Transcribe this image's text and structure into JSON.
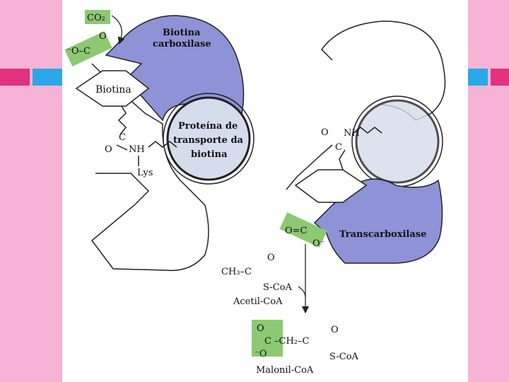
{
  "colors": {
    "background": "#f7b3d6",
    "accent_pink": "#e0327f",
    "accent_blue": "#2aa8e6",
    "enzyme_fill": "#8e92d6",
    "carrier_fill": "#d5dcec",
    "highlight_green": "#8dc873"
  },
  "diagram": {
    "co2": "CO₂",
    "carboxylate_o": "⁻O–C",
    "carboxylate_o2": "O",
    "biotin": "Biotina",
    "biotin_carboxylase_1": "Biotina",
    "biotin_carboxylase_2": "carboxilase",
    "bccp_1": "Proteína de",
    "bccp_2": "transporte da",
    "bccp_3": "biotina",
    "amide_o_left": "O",
    "amide_c_left": "C",
    "nh_left": "NH",
    "lys": "Lys",
    "amide_o_right": "O",
    "amide_c_right": "C",
    "nh_right": "NH",
    "transcarboxylase": "Transcarboxilase",
    "oco_right": "O=C",
    "oco_right_minus": "O⁻",
    "acetyl_left": "CH₃–C",
    "acetyl_o": "O",
    "acetyl_scoa": "S-CoA",
    "acetyl_name": "Acetil-CoA",
    "malonyl_o_top": "O",
    "malonyl_c": "C",
    "malonyl_o_bottom": "⁻O",
    "malonyl_ch2": "–CH₂–C",
    "malonyl_o2": "O",
    "malonyl_scoa": "S-CoA",
    "malonyl_name": "Malonil-CoA"
  }
}
